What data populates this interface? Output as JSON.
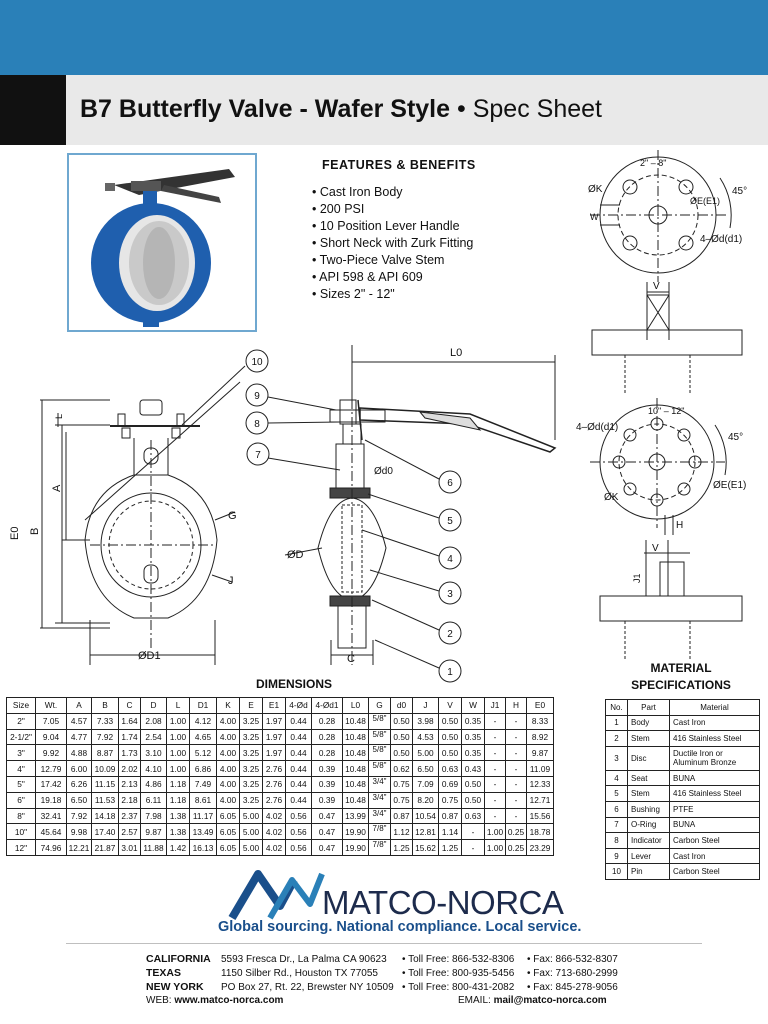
{
  "header": {
    "title_bold": "B7 Butterfly Valve - Wafer Style",
    "bullet": "•",
    "title_rest": "Spec Sheet"
  },
  "features": {
    "heading": "FEATURES & BENEFITS",
    "items": [
      "Cast Iron Body",
      "200 PSI",
      "10 Position Lever Handle",
      "Short Neck with Zurk Fitting",
      "Two-Piece Valve Stem",
      "API 598 & API 609",
      "Sizes 2\" - 12\""
    ]
  },
  "drawings": {
    "front": {
      "E0": "E0",
      "B": "B",
      "A": "A",
      "L": "L",
      "G": "G",
      "J": "J",
      "D1": "ØD1"
    },
    "side": {
      "L0": "L0",
      "d0": "Ød0",
      "D": "ØD",
      "C": "C",
      "callouts": [
        "1",
        "2",
        "3",
        "4",
        "5",
        "6",
        "7",
        "8",
        "9",
        "10"
      ]
    },
    "flange_small": {
      "range": "2\" – 8\"",
      "K": "ØK",
      "E": "ØE(E1)",
      "holes": "4–Ød(d1)",
      "angle": "45°",
      "W": "W",
      "V": "V"
    },
    "flange_large": {
      "range": "10\" – 12\"",
      "K": "ØK",
      "E": "ØE(E1)",
      "holes": "4–Ød(d1)",
      "angle": "45°",
      "H": "H",
      "V": "V",
      "J1": "J1"
    }
  },
  "dimensions": {
    "heading": "DIMENSIONS",
    "columns": [
      "Size",
      "Wt.",
      "A",
      "B",
      "C",
      "D",
      "L",
      "D1",
      "K",
      "E",
      "E1",
      "4-Ød",
      "4-Ød1",
      "L0",
      "G",
      "d0",
      "J",
      "V",
      "W",
      "J1",
      "H",
      "E0"
    ],
    "rows": [
      [
        "2\"",
        "7.05",
        "4.57",
        "7.33",
        "1.64",
        "2.08",
        "1.00",
        "4.12",
        "4.00",
        "3.25",
        "1.97",
        "0.44",
        "0.28",
        "10.48",
        "5/8\"",
        "0.50",
        "3.98",
        "0.50",
        "0.35",
        "-",
        "-",
        "8.33"
      ],
      [
        "2-1/2\"",
        "9.04",
        "4.77",
        "7.92",
        "1.74",
        "2.54",
        "1.00",
        "4.65",
        "4.00",
        "3.25",
        "1.97",
        "0.44",
        "0.28",
        "10.48",
        "5/8\"",
        "0.50",
        "4.53",
        "0.50",
        "0.35",
        "-",
        "-",
        "8.92"
      ],
      [
        "3\"",
        "9.92",
        "4.88",
        "8.87",
        "1.73",
        "3.10",
        "1.00",
        "5.12",
        "4.00",
        "3.25",
        "1.97",
        "0.44",
        "0.28",
        "10.48",
        "5/8\"",
        "0.50",
        "5.00",
        "0.50",
        "0.35",
        "-",
        "-",
        "9.87"
      ],
      [
        "4\"",
        "12.79",
        "6.00",
        "10.09",
        "2.02",
        "4.10",
        "1.00",
        "6.86",
        "4.00",
        "3.25",
        "2.76",
        "0.44",
        "0.39",
        "10.48",
        "5/8\"",
        "0.62",
        "6.50",
        "0.63",
        "0.43",
        "-",
        "-",
        "11.09"
      ],
      [
        "5\"",
        "17.42",
        "6.26",
        "11.15",
        "2.13",
        "4.86",
        "1.18",
        "7.49",
        "4.00",
        "3.25",
        "2.76",
        "0.44",
        "0.39",
        "10.48",
        "3/4\"",
        "0.75",
        "7.09",
        "0.69",
        "0.50",
        "-",
        "-",
        "12.33"
      ],
      [
        "6\"",
        "19.18",
        "6.50",
        "11.53",
        "2.18",
        "6.11",
        "1.18",
        "8.61",
        "4.00",
        "3.25",
        "2.76",
        "0.44",
        "0.39",
        "10.48",
        "3/4\"",
        "0.75",
        "8.20",
        "0.75",
        "0.50",
        "-",
        "-",
        "12.71"
      ],
      [
        "8\"",
        "32.41",
        "7.92",
        "14.18",
        "2.37",
        "7.98",
        "1.38",
        "11.17",
        "6.05",
        "5.00",
        "4.02",
        "0.56",
        "0.47",
        "13.99",
        "3/4\"",
        "0.87",
        "10.54",
        "0.87",
        "0.63",
        "-",
        "-",
        "15.56"
      ],
      [
        "10\"",
        "45.64",
        "9.98",
        "17.40",
        "2.57",
        "9.87",
        "1.38",
        "13.49",
        "6.05",
        "5.00",
        "4.02",
        "0.56",
        "0.47",
        "19.90",
        "7/8\"",
        "1.12",
        "12.81",
        "1.14",
        "-",
        "1.00",
        "0.25",
        "18.78"
      ],
      [
        "12\"",
        "74.96",
        "12.21",
        "21.87",
        "3.01",
        "11.88",
        "1.42",
        "16.13",
        "6.05",
        "5.00",
        "4.02",
        "0.56",
        "0.47",
        "19.90",
        "7/8\"",
        "1.25",
        "15.62",
        "1.25",
        "-",
        "1.00",
        "0.25",
        "23.29"
      ]
    ]
  },
  "materials": {
    "heading_line1": "MATERIAL",
    "heading_line2": "SPECIFICATIONS",
    "columns": [
      "No.",
      "Part",
      "Material"
    ],
    "rows": [
      [
        "1",
        "Body",
        "Cast Iron"
      ],
      [
        "2",
        "Stem",
        "416 Stainless Steel"
      ],
      [
        "3",
        "Disc",
        "Ductile Iron or Aluminum Bronze"
      ],
      [
        "4",
        "Seat",
        "BUNA"
      ],
      [
        "5",
        "Stem",
        "416 Stainless Steel"
      ],
      [
        "6",
        "Bushing",
        "PTFE"
      ],
      [
        "7",
        "O-Ring",
        "BUNA"
      ],
      [
        "8",
        "Indicator",
        "Carbon Steel"
      ],
      [
        "9",
        "Lever",
        "Cast Iron"
      ],
      [
        "10",
        "Pin",
        "Carbon Steel"
      ]
    ]
  },
  "footer": {
    "company": "MATCO-NORCA",
    "tagline": "Global sourcing. National compliance. Local service.",
    "addresses": [
      {
        "city": "CALIFORNIA",
        "street": "5593 Fresca Dr., La Palma CA 90623",
        "tollfree": "• Toll Free: 866-532-8306",
        "fax": "• Fax: 866-532-8307"
      },
      {
        "city": "TEXAS",
        "street": "1150 Silber Rd., Houston TX 77055",
        "tollfree": "• Toll Free: 800-935-5456",
        "fax": "• Fax: 713-680-2999"
      },
      {
        "city": "NEW YORK",
        "street": "PO Box 27, Rt. 22, Brewster NY 10509",
        "tollfree": "• Toll Free: 800-431-2082",
        "fax": "• Fax: 845-278-9056"
      }
    ],
    "web_label": "WEB:",
    "web": "www.matco-norca.com",
    "email_label": "EMAIL:",
    "email": "mail@matco-norca.com"
  },
  "colors": {
    "header_blue": "#2a80b8",
    "valve_blue": "#1f5fae",
    "brand_navy": "#1d2b4c",
    "brand_blue": "#1a4f8b"
  }
}
